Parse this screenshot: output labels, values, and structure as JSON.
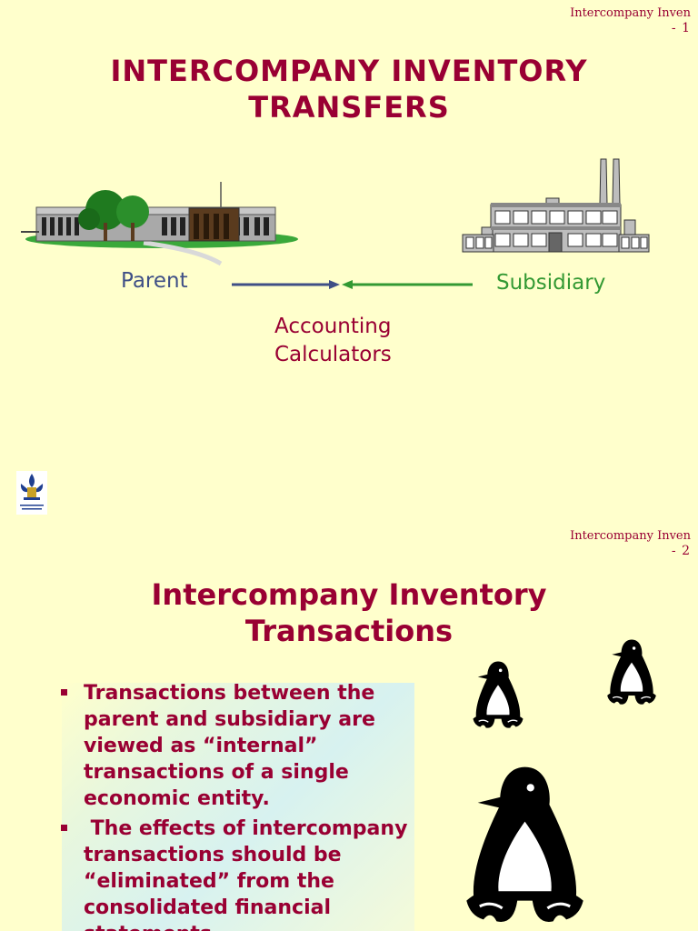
{
  "slide1": {
    "header": {
      "title": "Intercompany Inven",
      "page": "- 1"
    },
    "title_line1": "INTERCOMPANY INVENTORY",
    "title_line2": "TRANSFERS",
    "parent_label": "Parent",
    "subsidiary_label": "Subsidiary",
    "accounting_line1": "Accounting",
    "accounting_line2": "Calculators",
    "colors": {
      "parent_arrow": "#3f4f86",
      "subsidiary_arrow": "#339933",
      "title": "#990033"
    },
    "icons": [
      "office-building-icon",
      "factory-icon",
      "university-logo-icon"
    ]
  },
  "slide2": {
    "header": {
      "title": "Intercompany Inven",
      "page": "- 2"
    },
    "title_line1": "Intercompany Inventory",
    "title_line2": "Transactions",
    "bullets": [
      "Transactions between the parent and subsidiary are viewed as “internal” transactions of a single economic entity.",
      " The effects of intercompany transactions should be “eliminated” from the consolidated financial statements."
    ],
    "icons": [
      "penguin-icon"
    ]
  }
}
